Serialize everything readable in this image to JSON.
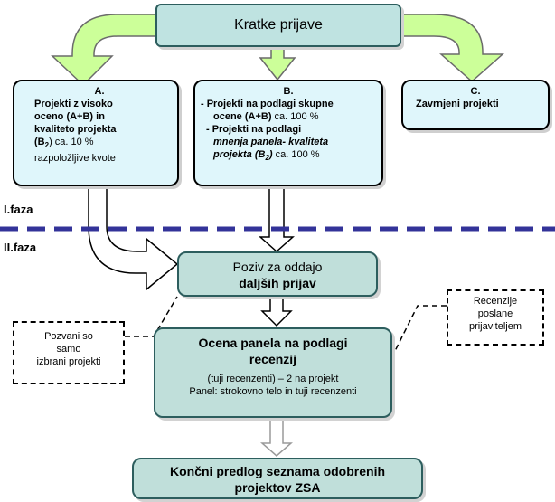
{
  "top_box": {
    "label": "Kratke prijave"
  },
  "box_a": {
    "letter": "A.",
    "line1": "Projekti z visoko",
    "line2": "oceno (A+B) in",
    "line3": "kvaliteto projekta",
    "b2_prefix": "(B",
    "b2_sub": "2",
    "b2_suffix": ") ca. 10 %",
    "line5": "razpoložljive kvote"
  },
  "box_b": {
    "letter": "B.",
    "item1_bold": "- Projekti na podlagi skupne",
    "item1_line2_bold": "ocene (A+B)",
    "item1_line2_rest": " ca. 100 %",
    "item2_bold": "- Projekti na podlagi",
    "item2_italic": "mnenja panela- kvaliteta",
    "item2_italic2": "projekta (B",
    "item2_sub": "2",
    "item2_close": ")",
    "item2_rest": " ca. 100 %"
  },
  "box_c": {
    "letter": "C.",
    "text": "Zavrnjeni projekti"
  },
  "phase1": "I.faza",
  "phase2": "II.faza",
  "invite_box": {
    "line1": "Poziv za oddajo",
    "line2": "daljših prijav"
  },
  "callout_left": {
    "line1": "Pozvani so",
    "line2": "samo",
    "line3": "izbrani projekti"
  },
  "callout_right": {
    "line1": "Recenzije",
    "line2": "poslane",
    "line3": "prijaviteljem"
  },
  "panel_box": {
    "title1": "Ocena panela na podlagi",
    "title2": "recenzij",
    "sub1": "(tuji recenzenti) – 2 na projekt",
    "sub2": "Panel: strokovno telo in tuji recenzenti"
  },
  "final_box": {
    "line1": "Končni predlog seznama odobrenih",
    "line2": "projektov ZSA"
  },
  "colors": {
    "green_arrow": "#ccff99",
    "cyan_box": "#dff6fb",
    "teal_box": "#c0dfda",
    "phase_line": "#333399"
  }
}
